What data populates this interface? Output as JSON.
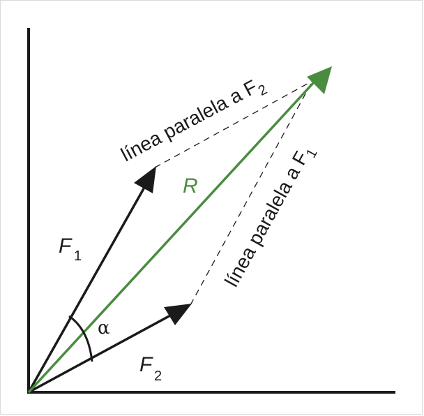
{
  "diagram": {
    "parallel_to_f2": {
      "text": "línea paralela a F",
      "sub": "2"
    },
    "parallel_to_f1": {
      "text": "línea paralela a F",
      "sub": "1"
    },
    "resultant": "R",
    "force1": {
      "letter": "F",
      "sub": "1"
    },
    "force2": {
      "letter": "F",
      "sub": "2"
    },
    "angle": "α"
  },
  "colors": {
    "vectors": "#1a1a1a",
    "resultant": "#4a8c3f",
    "dashed": "#1a1a1a"
  }
}
